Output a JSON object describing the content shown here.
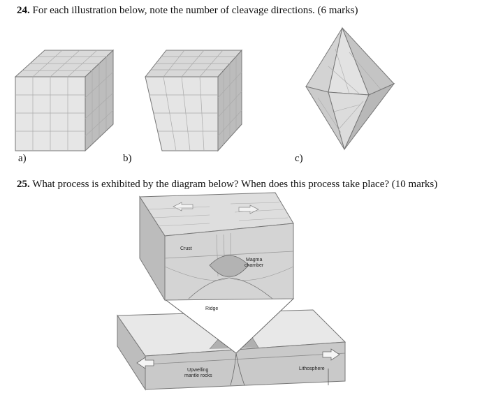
{
  "question24": {
    "number": "24.",
    "text": " For each illustration below, note the number of cleavage directions. (6 marks)",
    "labels": [
      "a)",
      "b)",
      "c)"
    ]
  },
  "question25": {
    "number": "25.",
    "text": " What process is exhibited by the diagram below? When does this process take place? (10 marks)"
  },
  "diagram_labels": {
    "crust": "Crust",
    "magma_chamber_line1": "Magma",
    "magma_chamber_line2": "chamber",
    "ridge": "Ridge",
    "upwelling_line1": "Upwelling",
    "upwelling_line2": "mantle rocks",
    "lithosphere": "Lithosphere"
  },
  "colors": {
    "mineral_face_light": "#e4e4e4",
    "mineral_face_mid": "#cfcfcf",
    "mineral_face_dark": "#b5b5b5",
    "block_side": "#c8c8c8"
  }
}
